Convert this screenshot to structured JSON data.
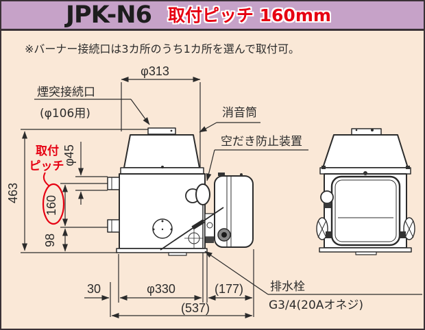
{
  "header": {
    "model": "JPK-N6",
    "highlight": "取付ピッチ 160mm"
  },
  "note": "※バーナー接続口は3カ所のうち1カ所を選んで取付可。",
  "callouts": {
    "chimney_port": "煙突接続口",
    "chimney_port_size": "(φ106用)",
    "muffler": "消音筒",
    "dry_fire_device": "空だき防止装置",
    "mount_pitch_line1": "取付",
    "mount_pitch_line2": "ピッチ",
    "drain_plug": "排水栓",
    "drain_thread": "G3/4(20Aオネジ)"
  },
  "dimensions": {
    "top_diameter": "φ313",
    "overall_height": "463",
    "pipe_diameter": "φ45",
    "mount_pitch": "160",
    "pipe_bottom_height": "98",
    "pipe_protrusion": "30",
    "body_diameter": "φ330",
    "control_depth": "(177)",
    "overall_depth": "(537)"
  },
  "colors": {
    "header_bg": "#c6a2c8",
    "content_bg": "#fae8d7",
    "accent_red": "#e60012",
    "line": "#333333",
    "frame_border": "#3a3136"
  }
}
